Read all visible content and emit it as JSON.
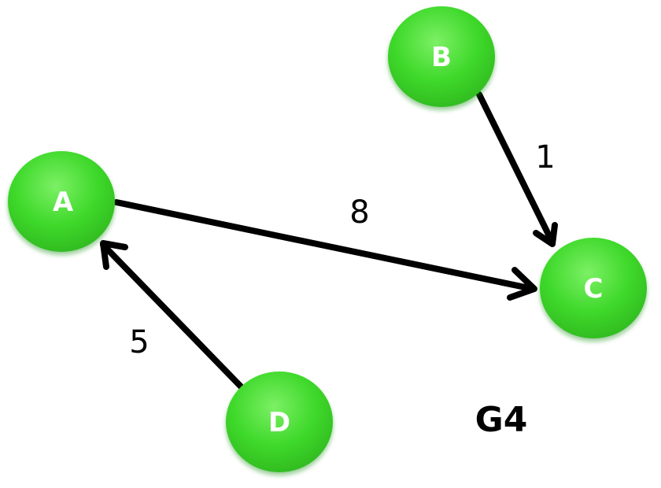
{
  "graph": {
    "name": "G4",
    "colors": {
      "node_fill": "#3fd92b",
      "node_highlight": "#7cf065",
      "node_shadow": "#1f8f14",
      "edge": "#000000",
      "node_text": "#ffffff"
    },
    "nodes": [
      {
        "id": "A",
        "label": "A"
      },
      {
        "id": "B",
        "label": "B"
      },
      {
        "id": "C",
        "label": "C"
      },
      {
        "id": "D",
        "label": "D"
      }
    ],
    "edges": [
      {
        "from": "A",
        "to": "C",
        "weight": "8",
        "directed": true
      },
      {
        "from": "B",
        "to": "C",
        "weight": "1",
        "directed": true
      },
      {
        "from": "D",
        "to": "A",
        "weight": "5",
        "directed": true
      }
    ]
  }
}
